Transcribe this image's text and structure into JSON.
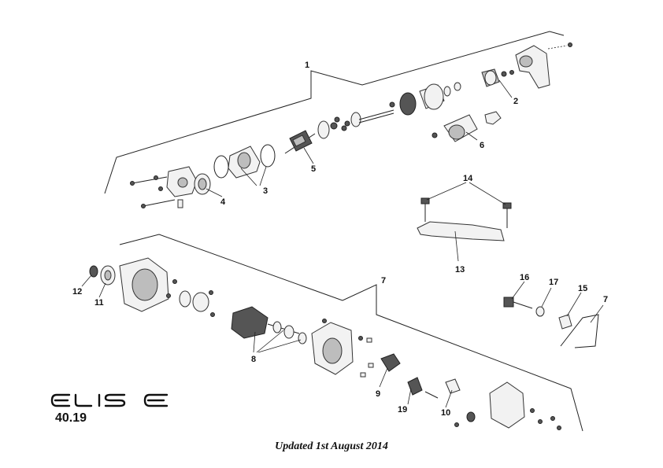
{
  "callouts": {
    "c1": "1",
    "c2": "2",
    "c3": "3",
    "c4": "4",
    "c5": "5",
    "c6": "6",
    "c7a": "7",
    "c7b": "7",
    "c8": "8",
    "c9": "9",
    "c10": "10",
    "c11": "11",
    "c12": "12",
    "c13": "13",
    "c14": "14",
    "c15": "15",
    "c16": "16",
    "c17": "17",
    "c19": "19"
  },
  "brand": {
    "logo_text": "ELISE"
  },
  "footer": {
    "page_number": "40.19",
    "updated": "Updated 1st August 2014"
  }
}
